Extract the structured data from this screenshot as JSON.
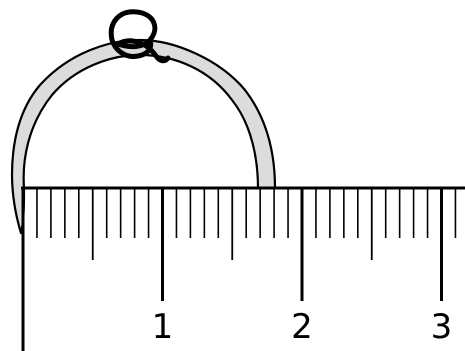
{
  "ruler": {
    "units": [
      "1",
      "2",
      "3"
    ],
    "minor_divisions_per_unit": 10,
    "colors": {
      "line": "#000000",
      "background": "#ffffff"
    }
  },
  "ring": {
    "band_color": "#dcdcdc",
    "outline_color": "#000000",
    "diameter_on_ruler": 1.7
  }
}
